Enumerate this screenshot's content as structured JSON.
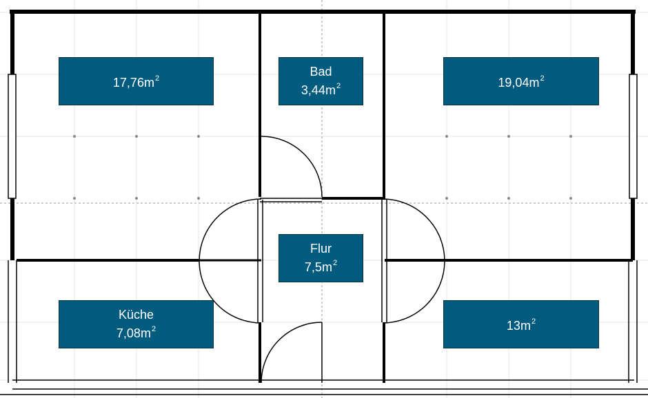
{
  "floorplan": {
    "background": "#ffffff",
    "wall_color": "#000000",
    "grid_color": "#e4e4e4",
    "label_fill": "#005b7f",
    "label_text_color": "#ffffff",
    "rooms": [
      {
        "id": "room-top-left",
        "name": "",
        "area": "17,76",
        "unit": "m",
        "exp": "2"
      },
      {
        "id": "room-bad",
        "name": "Bad",
        "area": "3,44",
        "unit": "m",
        "exp": "2"
      },
      {
        "id": "room-top-right",
        "name": "",
        "area": "19,04",
        "unit": "m",
        "exp": "2"
      },
      {
        "id": "room-flur",
        "name": "Flur",
        "area": "7,5",
        "unit": "m",
        "exp": "2"
      },
      {
        "id": "room-kueche",
        "name": "Küche",
        "area": "7,08",
        "unit": "m",
        "exp": "2"
      },
      {
        "id": "room-bottom-right",
        "name": "",
        "area": "13",
        "unit": "m",
        "exp": "2"
      }
    ]
  }
}
